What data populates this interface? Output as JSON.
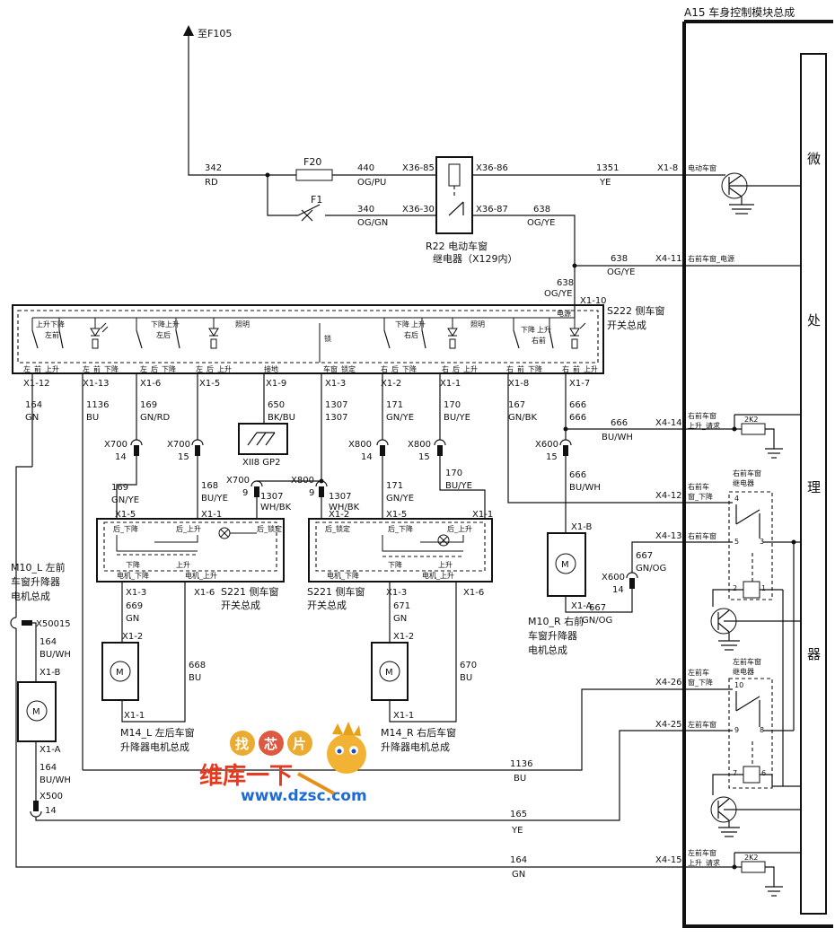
{
  "title": "A15 车身控制模块总成",
  "to_f105": "至F105",
  "micro_chars": [
    "微",
    "处",
    "理",
    "器"
  ],
  "wires": {
    "w342": "342",
    "w342c": "RD",
    "w440": "440",
    "w440c": "OG/PU",
    "w340": "340",
    "w340c": "OG/GN",
    "w1351": "1351",
    "w1351c": "YE",
    "w638a": "638",
    "w638ac": "OG/YE",
    "w638b": "638",
    "w638bc": "OG/YE",
    "w638c": "638",
    "w638cc": "OG/YE",
    "w164": "164",
    "w164c": "GN",
    "w1136": "1136",
    "w1136c": "BU",
    "w169": "169",
    "w169c": "GN/RD",
    "w168": "168",
    "w168c": "BU/YE",
    "w650": "650",
    "w650c": "BK/BU",
    "w1307": "1307",
    "w1307c": "1307",
    "w171": "171",
    "w171c": "GN/YE",
    "w170": "170",
    "w170c": "BU/YE",
    "w167": "167",
    "w167c": "GN/BK",
    "w666": "666",
    "w666c": "666",
    "w666b": "666",
    "w666bc": "BU/WH",
    "w666cc": "BU/WH",
    "w169b": "169",
    "w169bc": "GN/YE",
    "w168b": "168",
    "w168bc": "BU/YE",
    "w1307b": "1307",
    "w1307bc": "WH/BK",
    "w1307cc": "WH/BK",
    "w171b": "171",
    "w171bc": "GN/YE",
    "w170b": "170",
    "w170bc": "BU/YE",
    "w667": "667",
    "w667c": "GN/OG",
    "w667b": "667",
    "w667bc": "GN/OG",
    "w669": "669",
    "w669c": "GN",
    "w668": "668",
    "w668c": "BU",
    "w671": "671",
    "w671c": "GN",
    "w670": "670",
    "w670c": "BU",
    "w164b": "164",
    "w164bc": "BU/WH",
    "w164d": "164",
    "w164dc": "BU/WH",
    "w1136b": "1136",
    "w1136bc": "BU",
    "w165": "165",
    "w165c": "YE",
    "w164e": "164",
    "w164ec": "GN"
  },
  "labels": {
    "F20": "F20",
    "F1": "F1",
    "X36_85": "X36-85",
    "X36_86": "X36-86",
    "X36_30": "X36-30",
    "X36_87": "X36-87",
    "R22a": "R22 电动车窗",
    "R22b": "继电器（X129内）",
    "X1_8": "X1-8",
    "dongche": "电动车窗",
    "X4_11": "X4-11",
    "youqian_dy": "右前车窗_电源",
    "X1_10": "X1-10",
    "S222a": "S222 侧车窗",
    "S222b": "开关总成",
    "X1_12": "X1-12",
    "X1_13": "X1-13",
    "X1_6": "X1-6",
    "X1_5": "X1-5",
    "X1_9": "X1-9",
    "X1_3": "X1-3",
    "X1_2": "X1-2",
    "X1_1": "X1-1",
    "X1_8b": "X1-8",
    "X1_7": "X1-7",
    "p_zuoqian_up": "左_前_上升",
    "p_zuoqian_dn": "左_前_下降",
    "p_zuohou_dn": "左_后_下降",
    "p_zuohou_up": "左_后_上升",
    "p_jiedi": "接地",
    "p_suoding": "车窗_锁定",
    "p_youhou_dn": "右_后_下降",
    "p_youhou_up": "右_后_上升",
    "p_youqian_dn": "右_前_下降",
    "p_youqian_up": "右_前_上升",
    "sw_up": "上升",
    "sw_dn": "下降",
    "sw_zq": "左前",
    "sw_zh": "左后",
    "sw_yh": "右后",
    "sw_yq": "右前",
    "zhaoming": "照明",
    "zhaoming2": "照明",
    "dianyuan": "电源",
    "suo": "锁",
    "X4_14": "X4-14",
    "yq_up_req": "右前车窗",
    "yq_up_req2": "上升_请求",
    "r2k2": "2K2",
    "X700a": "X700",
    "n14a": "14",
    "X700b": "X700",
    "n15a": "15",
    "X800a": "X800",
    "n14b": "14",
    "X800b": "X800",
    "n15b": "15",
    "X600a": "X600",
    "n15c": "15",
    "gp2": "XII8 GP2",
    "X700c": "X700",
    "n9a": "9",
    "X800c": "X800",
    "n9b": "9",
    "X4_12": "X4-12",
    "yqc_dn": "右前车",
    "yqc_dn2": "窗_下降",
    "yq_relay": "右前车窗",
    "yq_relay2": "继电器",
    "X4_13": "X4-13",
    "yq_ch": "右前车窗",
    "X1_Ba": "X1-B",
    "X1_Aa": "X1-A",
    "X600b": "X600",
    "n14c": "14",
    "M10Ra": "M10_R 右前",
    "M10Rb": "车窗升降器",
    "M10Rc": "电机总成",
    "M10La": "M10_L 左前",
    "M10Lb": "车窗升降器",
    "M10Lc": "电机总成",
    "X50015": "X50015",
    "X1_5L": "X1-5",
    "X1_1L": "X1-1",
    "hou_dn": "后_下降",
    "hou_up": "后_上升",
    "xj": "下降",
    "ss": "上升",
    "dj_dn": "电机_下降",
    "dj_up": "电机_上升",
    "X1_3L": "X1-3",
    "X1_6L": "X1-6",
    "S221La": "S221 侧车窗",
    "S221Lb": "开关总成",
    "X1_2L": "X1-2",
    "X1_2R": "X1-2",
    "X1_5R": "X1-5",
    "X1_1R": "X1-1",
    "hou_sd": "后_锁定",
    "hou_dnR": "后_下降",
    "hou_upR": "后_上升",
    "xjR": "下降",
    "ssR": "上升",
    "dj_dnR": "电机_下降",
    "dj_upR": "电机_上升",
    "X1_3R": "X1-3",
    "X1_6R": "X1-6",
    "S221Ra": "S221 侧车窗",
    "S221Rb": "开关总成",
    "X1_2mL": "X1-2",
    "X1_1mL": "X1-1",
    "X1_2mR": "X1-2",
    "X1_1mR": "X1-1",
    "M14La": "M14_L 左后车窗",
    "M14Lb": "升降器电机总成",
    "M14Ra": "M14_R 右后车窗",
    "M14Rb": "升降器电机总成",
    "X1_Bl": "X1-B",
    "X1_Al": "X1-A",
    "X500": "X500",
    "n14d": "14",
    "X4_26": "X4-26",
    "zqc_dn": "左前车",
    "zqc_dn2": "窗_下降",
    "zq_relay": "左前车窗",
    "zq_relay2": "继电器",
    "X4_25": "X4-25",
    "zq_ch": "左前车窗",
    "X4_15": "X4-15",
    "zq_up_req": "左前车窗",
    "zq_up_req2": "上升_请求",
    "r2k2b": "2K2",
    "n4": "4",
    "n5": "5",
    "n3": "3",
    "n2": "2",
    "n1": "1",
    "n10": "10",
    "n9": "9",
    "n8": "8",
    "n7": "7",
    "n6": "6",
    "motor": "M"
  },
  "watermark": {
    "t1": "找",
    "t2": "芯",
    "t3": "片",
    "site_cn": "维库一下",
    "site_url": "www.dzsc.com"
  }
}
